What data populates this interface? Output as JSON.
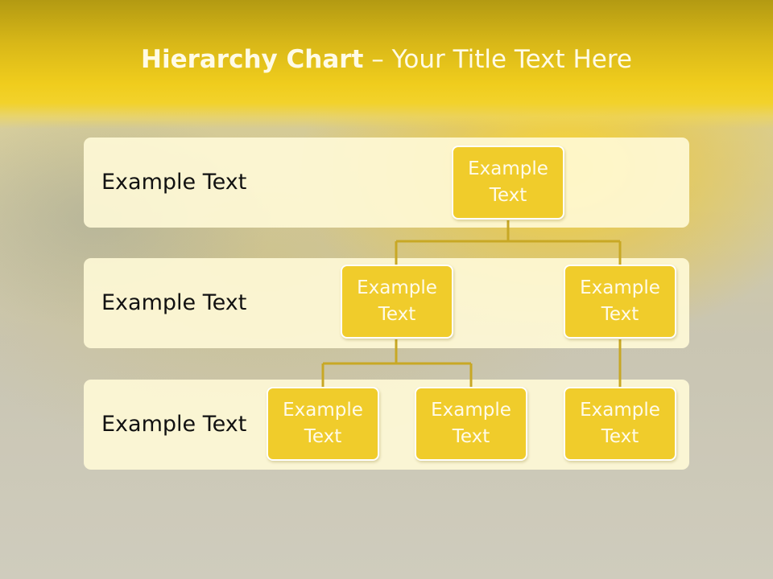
{
  "slide": {
    "title_bold": "Hierarchy Chart",
    "title_dash": " – ",
    "title_rest": "Your Title Text Here"
  },
  "levels": [
    {
      "label": "Example Text"
    },
    {
      "label": "Example Text"
    },
    {
      "label": "Example Text"
    }
  ],
  "nodes": {
    "root": "Example Text",
    "level2_left": "Example Text",
    "level2_right": "Example Text",
    "level3_left": "Example Text",
    "level3_middle": "Example Text",
    "level3_right": "Example Text"
  },
  "colors": {
    "title_band": "#f0cd1d",
    "node_fill": "#f0cc2b",
    "connector": "#c8a825",
    "band_fill": "#fff9d7"
  }
}
